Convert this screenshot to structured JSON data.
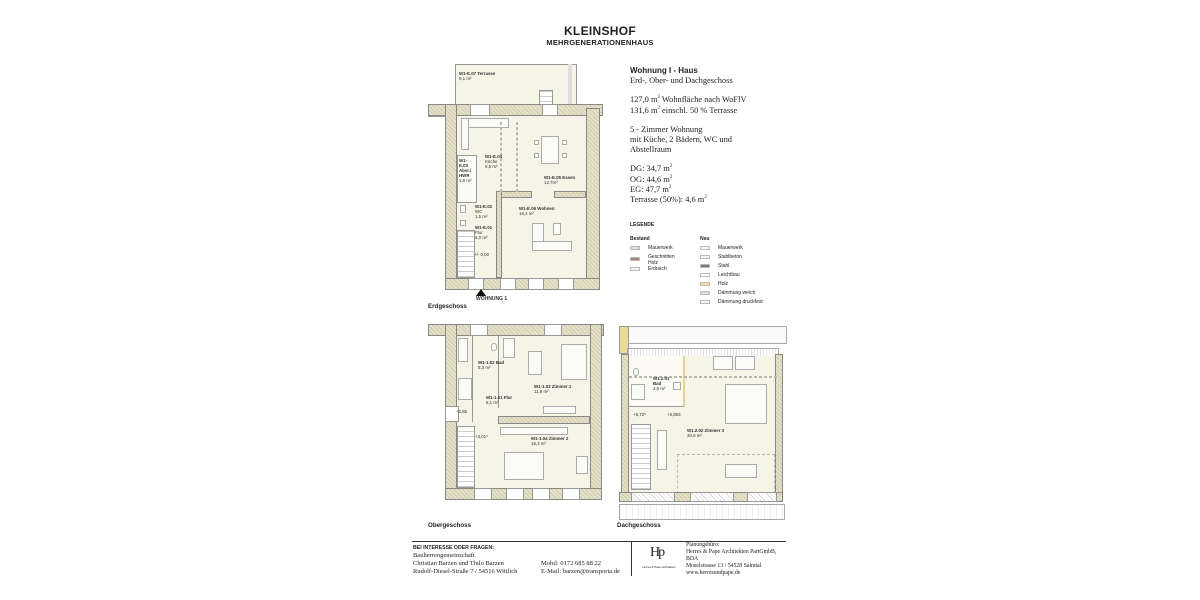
{
  "header": {
    "title": "KLEINSHOF",
    "subtitle": "MEHRGENERATIONENHAUS"
  },
  "info": {
    "unit_title": "Wohnung I - Haus",
    "floors": "Erd-, Ober- und Dachgeschoss",
    "area_line1_value": "127,0 m",
    "area_line1_text": " Wohnfläche nach WoFlV",
    "area_line2_value": "131,6 m",
    "area_line2_text": " einschl. 50 % Terrasse",
    "rooms_line1": "5 - Zimmer Wohnung",
    "rooms_line2": "mit Küche, 2 Bädern, WC und",
    "rooms_line3": "Abstellraum",
    "dg": "DG: 34,7 m",
    "og": "OG: 44,6 m",
    "eg": "EG: 47,7 m",
    "terrasse": "Terrasse (50%): 4,6 m",
    "sup2": "2"
  },
  "legend": {
    "title": "LEGENDE",
    "bestand": {
      "heading": "Bestand",
      "items": [
        {
          "label": "Mauerwerk",
          "color": "#e6e2c8"
        },
        {
          "label": "Geschnitten Holz",
          "color": "#a8826a"
        },
        {
          "label": "Erdreich",
          "color": "#f0f0ee"
        }
      ]
    },
    "neu": {
      "heading": "Neu",
      "items": [
        {
          "label": "Mauerwerk",
          "color": "#f4f4f0"
        },
        {
          "label": "Stahlbeton",
          "color": "#f4f4f4"
        },
        {
          "label": "Stahl",
          "color": "#777777"
        },
        {
          "label": "Leichtbau",
          "color": "#ffffff"
        },
        {
          "label": "Holz",
          "color": "#efe2a4"
        },
        {
          "label": "Dämmung weich",
          "color": "#dddddd"
        },
        {
          "label": "Dämmung druckfest",
          "color": "#f2f2f2"
        }
      ]
    }
  },
  "plans": {
    "eg": {
      "label": "Erdgeschoss",
      "entrance": "WOHNUNG 1",
      "level": "+/- 0,00",
      "rooms": [
        {
          "id": "W1-E.07 Terrasse",
          "area": "9,1 m²"
        },
        {
          "id": "W1-E.04",
          "name": "Küche",
          "area": "9,5 m²"
        },
        {
          "id": "W1-E.05 Essen",
          "area": "12,7m²"
        },
        {
          "id": "W1-",
          "id2": "E.03",
          "name": "Abst./",
          "name2": "HWR",
          "area": "1,9 m²"
        },
        {
          "id": "W1-E.02",
          "name": "WC",
          "area": "1,5 m²"
        },
        {
          "id": "W1-E.01",
          "name": "Flur",
          "area": "6,0 m²"
        },
        {
          "id": "W1-E.06 Wohnen",
          "area": "16,2 m²"
        }
      ]
    },
    "og": {
      "label": "Obergeschoss",
      "level1": "+2,85",
      "level2": "+3,01⁵",
      "rooms": [
        {
          "id": "W1-1.02 Bad",
          "area": "8,3 m²"
        },
        {
          "id": "W1-1.03 Zimmer 1",
          "area": "11,9 m²"
        },
        {
          "id": "W1-1.01 Flur",
          "area": "8,1 m²"
        },
        {
          "id": "W1-1.04 Zimmer 2",
          "area": "16,3 m²"
        }
      ]
    },
    "dg": {
      "label": "Dachgeschoss",
      "level1": "+5,72⁵",
      "level2": "+5,893",
      "rooms": [
        {
          "id": "W1.2.01",
          "name": "Bad",
          "area": "3,9 m²"
        },
        {
          "id": "W1.2.02 Zimmer 3",
          "area": "30,8 m²"
        }
      ]
    }
  },
  "footer": {
    "contact_heading": "BEI INTERESSE ODER FRAGEN:",
    "contact_org": "Bauherrengemeinschaft",
    "contact_names": "Christian Barzen und Thilo Barzen",
    "contact_address": "Rudolf-Diesel-Straße 7 / 54516 Wittlich",
    "mobile": "Mobil: 0172 685 88 22",
    "email": "E-Mail: barzen@transporta.de",
    "logo_text": "Hp",
    "logo_caption": "Herres & Pape Architekten",
    "office_label": "Planungsbüro:",
    "office_name": "Herres & Pape Architekten PartGmbB,",
    "office_bda": "BDA",
    "office_address": "Moselstrasse 13 / 54528 Salmtal",
    "office_web": "www.herresundpape.de"
  }
}
